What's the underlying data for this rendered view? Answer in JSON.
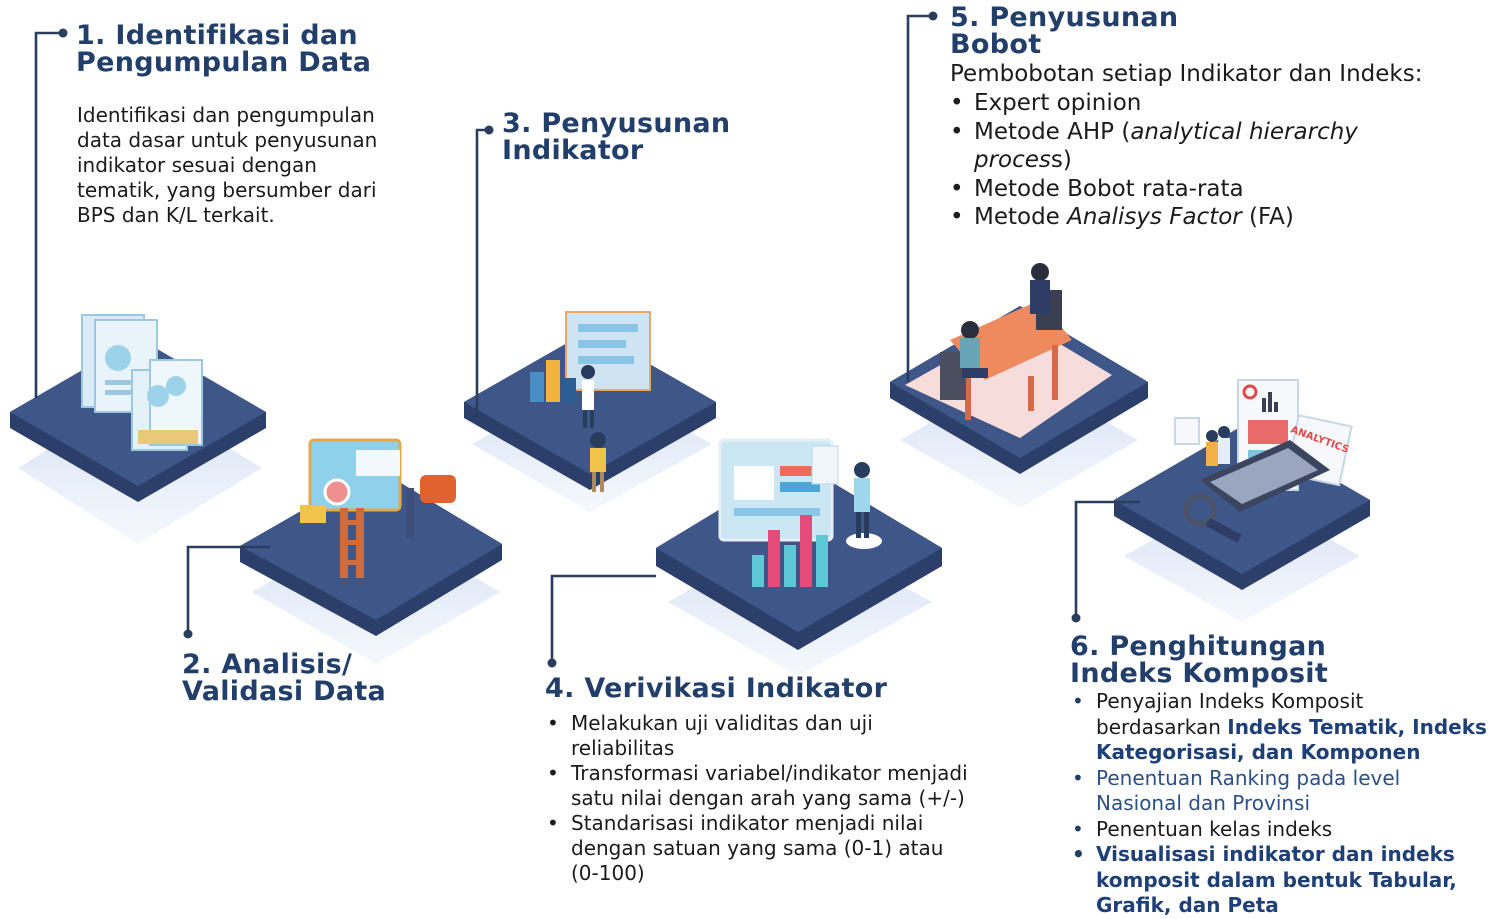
{
  "steps": [
    {
      "title": [
        "1. Identifikasi dan",
        "Pengumpulan Data"
      ],
      "body": [
        "Identifikasi dan pengumpulan",
        "data dasar untuk penyusunan",
        "indikator sesuai dengan",
        "tematik, yang bersumber dari",
        "BPS dan K/L terkait."
      ]
    },
    {
      "title": [
        "2. Analisis/",
        "Validasi Data"
      ]
    },
    {
      "title": [
        "3. Penyusunan",
        "Indikator"
      ]
    },
    {
      "title": [
        "4. Verivikasi Indikator"
      ],
      "bullets": [
        [
          "Melakukan uji validitas dan uji",
          "reliabilitas"
        ],
        [
          "Transformasi variabel/indikator menjadi",
          "satu nilai dengan arah yang sama (+/-)"
        ],
        [
          "Standarisasi indikator menjadi nilai",
          "dengan satuan yang sama (0-1) atau",
          "(0-100)"
        ]
      ]
    },
    {
      "title": [
        "5. Penyusunan",
        "Bobot"
      ],
      "intro": "Pembobotan setiap Indikator dan Indeks:",
      "bullets": {
        "b1": "Expert opinion",
        "b2_a": "Metode AHP (",
        "b2_b": "analytical hierarchy",
        "b2_c": "proces",
        "b2_d": "s)",
        "b3": "Metode Bobot rata-rata",
        "b4_a": "Metode ",
        "b4_b": "Analisys Factor",
        "b4_c": " (FA)"
      }
    },
    {
      "title": [
        "6. Penghitungan",
        "Indeks Komposit"
      ],
      "bullets": {
        "b1_a": [
          "Penyajian Indeks Komposit",
          "berdasarkan "
        ],
        "b1_b": [
          "Indeks Tematik, Indeks",
          "Kategorisasi, dan Komponen"
        ],
        "b2": [
          "Penentuan Ranking pada level",
          "Nasional dan Provinsi"
        ],
        "b3": "Penentuan kelas indeks",
        "b4": [
          "Visualisasi indikator dan indeks",
          "komposit dalam bentuk Tabular,",
          "Grafik, dan Peta"
        ]
      }
    }
  ],
  "illustration_text": {
    "analytics_label": "ANALYTICS"
  },
  "colors": {
    "title": "#223e6b",
    "platform_top": "#3f5689",
    "platform_side": "#2c3f6b",
    "platform_shadow": "#d9e3f5",
    "connector": "#2a3d5c"
  }
}
